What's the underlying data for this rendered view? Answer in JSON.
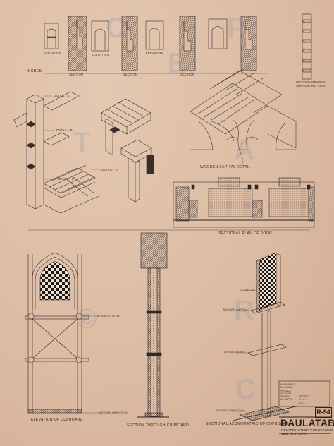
{
  "labels": {
    "elevation_1": "ELEVATION",
    "section_1": "SECTION",
    "elevation_2": "ELEVATION",
    "section_2": "SECTION",
    "elevation_3": "ELEVATION",
    "section_3": "SECTION",
    "niches": "NICHES",
    "wooden_member": "WOODEN MEMBER",
    "supporting_arch": "SUPPORTING ARCH",
    "detail_a": "DETAIL - A",
    "detail_b": "DETAIL - B",
    "detail_c": "DETAIL - C",
    "detail_d": "DETAIL - D",
    "wooden_capital_detail": "WOODEN CAPITAL DETAIL",
    "sectional_plan_door": "SECTIONAL PLAN OF DOOR",
    "wooden_lintel": "WOODEN LINTEL",
    "wooden_shelf": "WOODEN SHELF",
    "wooden_capital": "WOODEN CAPITAL",
    "stone_jali": "STONE JALI",
    "wooden_dharotha_1": "WOODEN DHAROTHA",
    "wooden_dharotha_2": "WOODEN DHAROTHA",
    "elevation_cupboard": "ELEVATION OF CUPBOARD",
    "section_cupboard": "SECTION THROUGH CUPBOARD",
    "sectional_axonometric": "SECTIONAL AXONOMETRIC OF CUPBOARD"
  },
  "titleblock": {
    "heading": "KANSHAHEL",
    "lines": [
      "KK LAKHIA",
      "PM KALA",
      "MS PATEL",
      "SRI RAM",
      "AS GUPTA"
    ],
    "project": "PROJECT",
    "names": [
      "R. K. ...",
      "N. K. ..."
    ]
  },
  "sheet_number": "R-94",
  "title": "DAULATABAD",
  "subtitle": "RELATED STUDY PROGRAMME 1991 4TH YEAR",
  "watermark_letters": [
    "C",
    "E",
    "P",
    "T",
    "A",
    "R",
    "C",
    "©"
  ],
  "colors": {
    "paper": "#dcbca3",
    "ink": "#3a2e2a",
    "hatch": "#2e2624",
    "watermark": "#8c96a5"
  }
}
